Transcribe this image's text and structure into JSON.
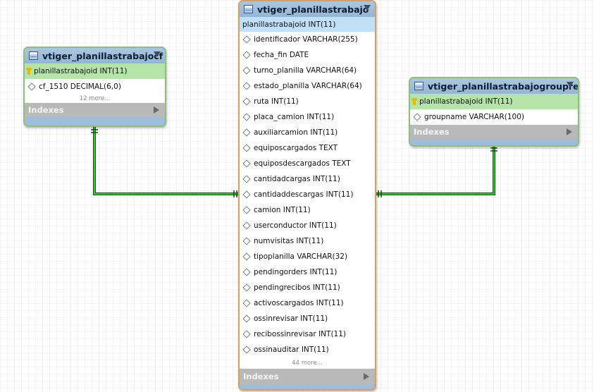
{
  "colors": {
    "connector": "#1a9c1a",
    "pk_row": "#b5e4a9",
    "selected_row": "#bfe0f7",
    "header": "#9dbdd8",
    "indexes_bar": "#b9b9b9"
  },
  "tables": [
    {
      "title": "vtiger_planillastrabajocf",
      "columns": [
        {
          "text": "planillastrabajoid INT(11)",
          "kind": "pk"
        },
        {
          "text": "cf_1510 DECIMAL(6,0)",
          "kind": "col"
        }
      ],
      "more": "12 more...",
      "indexes_label": "Indexes"
    },
    {
      "title": "vtiger_planillastrabajo",
      "columns": [
        {
          "text": "planillastrabajoid INT(11)",
          "kind": "sel"
        },
        {
          "text": "identificador VARCHAR(255)",
          "kind": "col"
        },
        {
          "text": "fecha_fin DATE",
          "kind": "col"
        },
        {
          "text": "turno_planilla VARCHAR(64)",
          "kind": "col"
        },
        {
          "text": "estado_planilla VARCHAR(64)",
          "kind": "col"
        },
        {
          "text": "ruta INT(11)",
          "kind": "col"
        },
        {
          "text": "placa_camion INT(11)",
          "kind": "col"
        },
        {
          "text": "auxiliarcamion INT(11)",
          "kind": "col"
        },
        {
          "text": "equiposcargados TEXT",
          "kind": "col"
        },
        {
          "text": "equiposdescargados TEXT",
          "kind": "col"
        },
        {
          "text": "cantidadcargas INT(11)",
          "kind": "col"
        },
        {
          "text": "cantidaddescargas INT(11)",
          "kind": "col"
        },
        {
          "text": "camion INT(11)",
          "kind": "col"
        },
        {
          "text": "userconductor INT(11)",
          "kind": "col"
        },
        {
          "text": "numvisitas INT(11)",
          "kind": "col"
        },
        {
          "text": "tipoplanilla VARCHAR(32)",
          "kind": "col"
        },
        {
          "text": "pendingorders INT(11)",
          "kind": "col"
        },
        {
          "text": "pendingrecibos INT(11)",
          "kind": "col"
        },
        {
          "text": "activoscargados INT(11)",
          "kind": "col"
        },
        {
          "text": "ossinrevisar INT(11)",
          "kind": "col"
        },
        {
          "text": "recibossinrevisar INT(11)",
          "kind": "col"
        },
        {
          "text": "ossinauditar INT(11)",
          "kind": "col"
        }
      ],
      "more": "44 more...",
      "indexes_label": "Indexes"
    },
    {
      "title": "vtiger_planillastrabajogrouprel",
      "columns": [
        {
          "text": "planillastrabajoid INT(11)",
          "kind": "pk"
        },
        {
          "text": "groupname VARCHAR(100)",
          "kind": "col"
        }
      ],
      "more": "",
      "indexes_label": "Indexes"
    }
  ]
}
